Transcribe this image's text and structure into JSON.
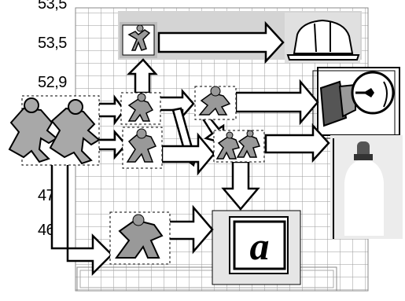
{
  "axis_labels": [
    "53,5",
    "53,5",
    "52,9",
    "47,2",
    "46"
  ],
  "icons": {
    "group_cluster": "people-cluster-icon",
    "figure_top": "figure-jumping-icon",
    "figure_mid_a": "figure-running-icon",
    "figure_mid_b": "figure-walking-icon",
    "figure_pair": "figure-pair-icon",
    "figure_low": "figure-stepping-icon",
    "figure_bottom": "figure-striding-icon",
    "helmet": "hard-hat-icon",
    "lightbulb": "lightbulb-icon",
    "bottle": "bottle-icon",
    "letter_box": "letter-a-card-icon"
  },
  "card_letter": "a"
}
